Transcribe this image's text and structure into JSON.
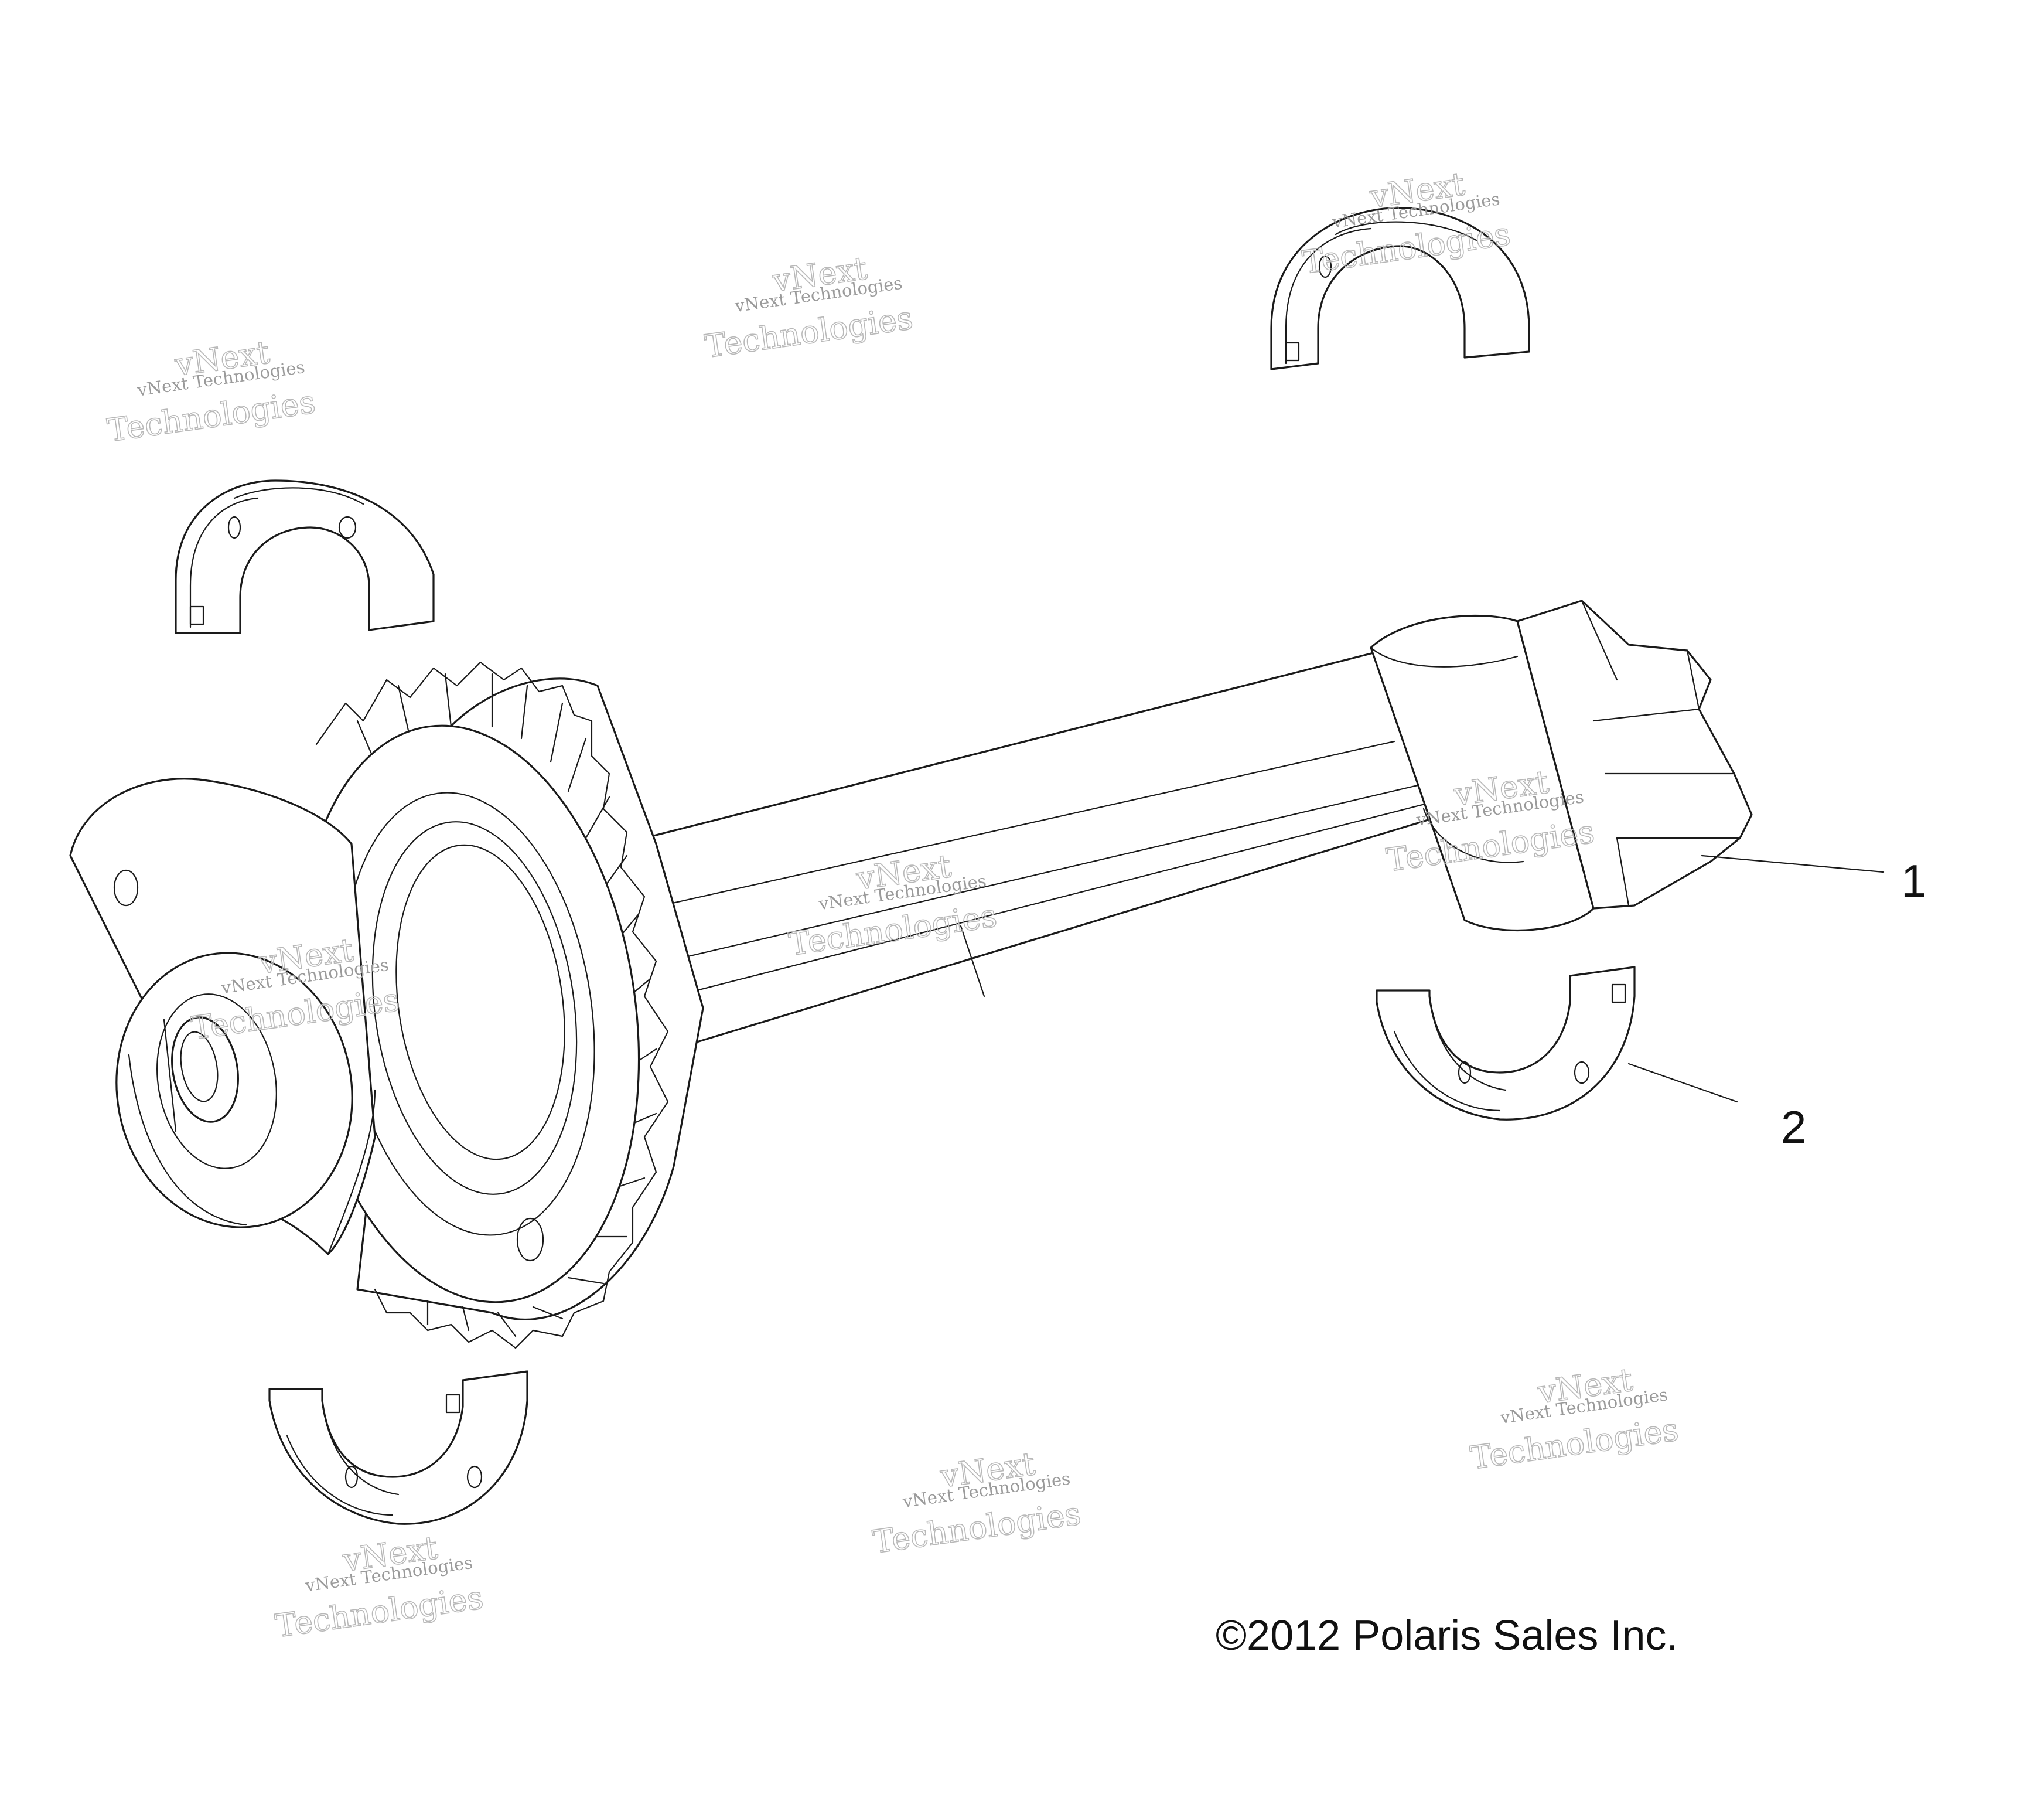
{
  "callouts": [
    {
      "id": "1",
      "label": "1"
    },
    {
      "id": "2",
      "label": "2"
    }
  ],
  "copyright": "©2012 Polaris Sales Inc.",
  "watermark": {
    "line_small": "vNext Technologies",
    "line_big_a": "vNext",
    "line_big_b": "Technologies"
  },
  "colors": {
    "line": "#1a1a1a",
    "watermark": "#9a9a9a",
    "background": "#ffffff"
  }
}
